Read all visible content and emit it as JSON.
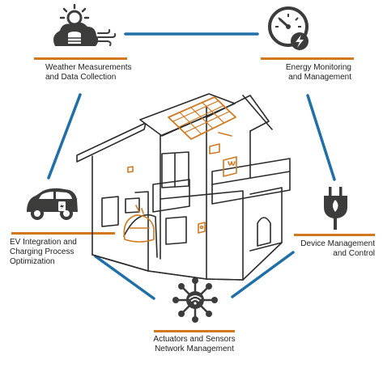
{
  "nodes": {
    "weather": {
      "line1": "Weather Measurements",
      "line2": "and Data Collection",
      "icon": "cloud-sun-database-icon"
    },
    "energy": {
      "line1": "Energy Monitoring",
      "line2": "and Management",
      "icon": "gauge-lightning-icon"
    },
    "device": {
      "line1": "Device Management",
      "line2": "and Control",
      "icon": "power-plug-icon"
    },
    "actuators": {
      "line1": "Actuators and Sensors",
      "line2": "Network Management",
      "icon": "wifi-network-hub-icon"
    },
    "ev": {
      "line1": "EV Integration and",
      "line2": "Charging Process",
      "line3": "Optimization",
      "icon": "electric-car-icon"
    }
  },
  "center": {
    "icon": "smart-house-sketch-icon"
  },
  "colors": {
    "connector": "#1f6fa8",
    "accent": "#d2781e",
    "icon": "#3c3c3b",
    "text": "#1d1d1b",
    "sketch": "#2b2b2b"
  }
}
